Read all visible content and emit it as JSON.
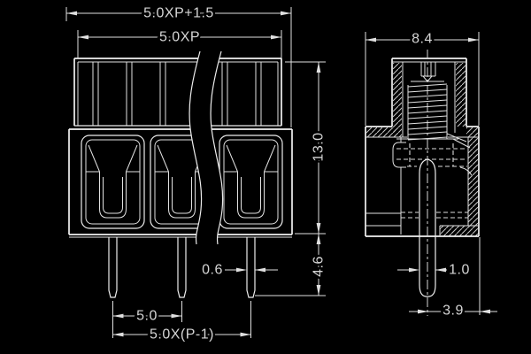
{
  "front_view": {
    "overall_width": "5.0XP+1.5",
    "upper_width": "5.0XP",
    "total_height": "13.0",
    "pin_length": "4.6",
    "pin_thickness": "0.6",
    "pin_pitch": "5.0",
    "pin_span": "5.0X(P-1)"
  },
  "side_view": {
    "depth": "8.4",
    "pin_width": "1.0",
    "pin_offset": "3.9"
  },
  "colors": {
    "background": "#000000",
    "line": "#ededed",
    "text": "#d6d6d6"
  }
}
